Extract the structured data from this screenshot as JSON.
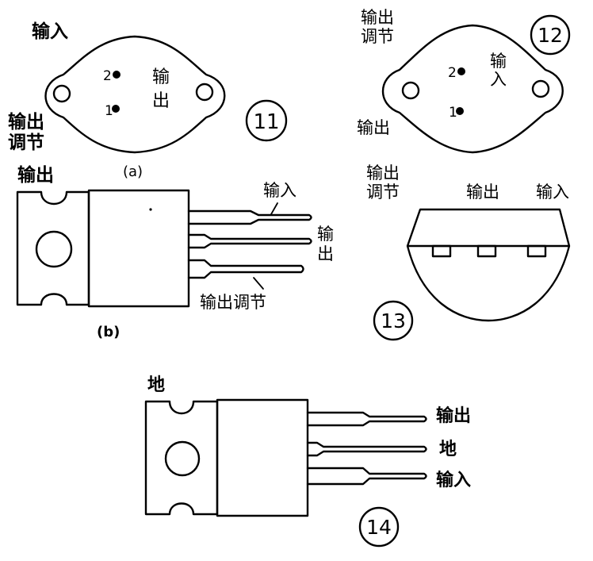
{
  "fig11": {
    "number": "11",
    "sub_label": "(a)",
    "pin2_num": "2",
    "pin1_num": "1",
    "in_label_left": "输入",
    "in_label_center_1": "输",
    "in_label_center_2": "出",
    "adj_label_1": "输出",
    "adj_label_2": "调节"
  },
  "fig_b": {
    "sub_label": "(b)",
    "top_label": "输出",
    "pin_top": "输入",
    "pin_mid_1": "输",
    "pin_mid_2": "出",
    "pin_bottom": "输出调节"
  },
  "fig12": {
    "number": "12",
    "top_label_1": "输出",
    "top_label_2": "调节",
    "pin2_num": "2",
    "pin1_num": "1",
    "center_label_1": "输",
    "center_label_2": "入",
    "bottom_label": "输出"
  },
  "fig13": {
    "number": "13",
    "left_label_1": "输出",
    "left_label_2": "调节",
    "mid_label": "输出",
    "right_label": "输入"
  },
  "fig14": {
    "number": "14",
    "top_label": "地",
    "pin_top": "输出",
    "pin_mid": "地",
    "pin_bottom": "输入"
  }
}
